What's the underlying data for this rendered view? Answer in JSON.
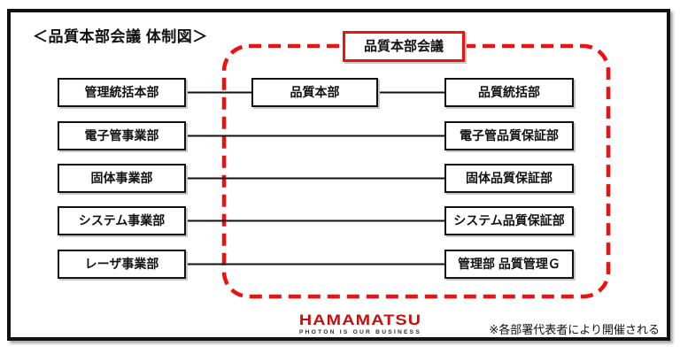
{
  "page": {
    "title": "＜品質本部会議 体制図＞",
    "footnote": "※各部署代表者により開催される"
  },
  "diagram": {
    "meeting_box": {
      "label": "品質本部会議"
    },
    "center_box": {
      "label": "品質本部"
    },
    "left_column": [
      {
        "label": "管理統括本部"
      },
      {
        "label": "電子管事業部"
      },
      {
        "label": "固体事業部"
      },
      {
        "label": "システム事業部"
      },
      {
        "label": "レーザ事業部"
      }
    ],
    "right_column": [
      {
        "label": "品質統括部"
      },
      {
        "label": "電子管品質保証部"
      },
      {
        "label": "固体品質保証部"
      },
      {
        "label": "システム品質保証部"
      },
      {
        "label": "管理部 品質管理Ｇ"
      }
    ],
    "colors": {
      "accent_red": "#ee1111",
      "logo_red": "#c90d0d",
      "line_black": "#111111"
    }
  },
  "logo": {
    "name": "HAMAMATSU",
    "tagline": "PHOTON IS OUR BUSINESS"
  }
}
